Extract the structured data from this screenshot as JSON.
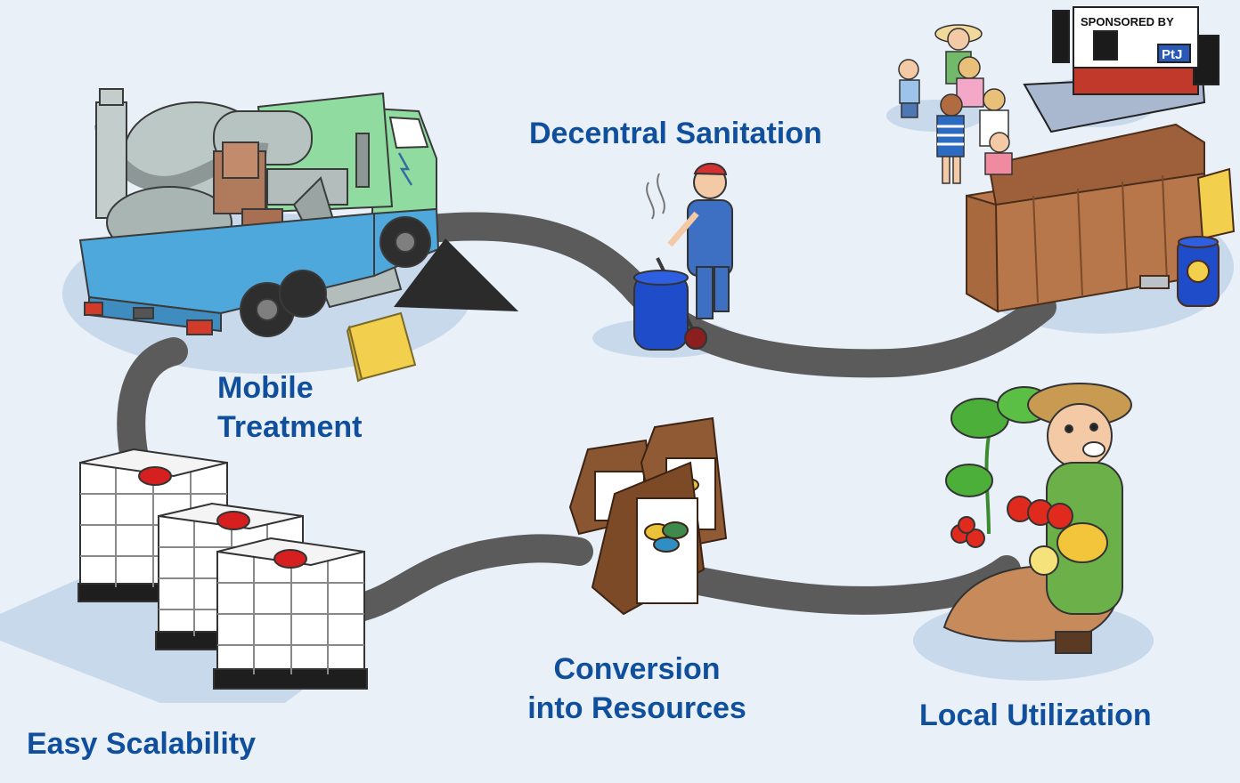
{
  "stages": {
    "decentral_sanitation": "Decentral Sanitation",
    "mobile_treatment_line1": "Mobile",
    "mobile_treatment_line2": "Treatment",
    "easy_scalability": "Easy Scalability",
    "conversion_line1": "Conversion",
    "conversion_line2": "into Resources",
    "local_utilization": "Local Utilization"
  },
  "sign": {
    "sponsored_by": "SPONSORED BY",
    "logo": "PtJ"
  },
  "colors": {
    "background": "#e9f0f8",
    "label_text": "#0f4f9c",
    "road": "#5b5b5b",
    "shadow": "#c8d9ec"
  }
}
